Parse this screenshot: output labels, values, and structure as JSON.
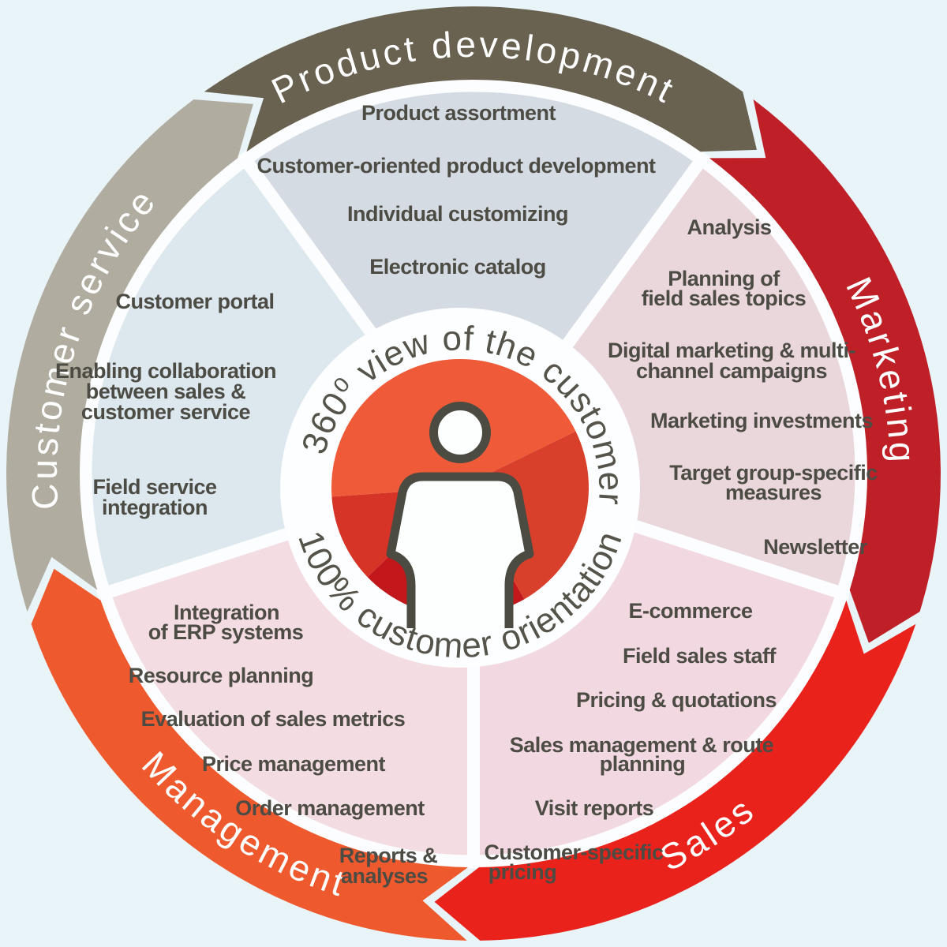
{
  "colors": {
    "background": "#e9f4f9",
    "gap": "#fbfdfe",
    "item_text": "#4c4b44",
    "center_text": "#55544a",
    "person_outline": "#4b4b42",
    "person_fill": "#fdfffe",
    "center_circle_fill": "#fdfeff"
  },
  "center": {
    "title": "360⁰ view of the customer",
    "subtitle": "100% customer orientation",
    "sector_colors": [
      "#ef5b38",
      "#d63427",
      "#c2181c",
      "#d8402b"
    ]
  },
  "sections": [
    {
      "label": "Product development",
      "band_color": "#6a6251",
      "wedge_color": "#d4dbe2",
      "items": [
        [
          "Product assortment"
        ],
        [
          "Customer-oriented product development"
        ],
        [
          "Individual customizing"
        ],
        [
          "Electronic catalog"
        ]
      ]
    },
    {
      "label": "Marketing",
      "band_color": "#bf2027",
      "wedge_color": "#ead7dc",
      "items": [
        [
          "Analysis"
        ],
        [
          "Planning of",
          "field sales topics"
        ],
        [
          "Digital marketing & multi-",
          "channel campaigns"
        ],
        [
          "Marketing investments"
        ],
        [
          "Target group-specific",
          "measures"
        ],
        [
          "Newsletter"
        ]
      ]
    },
    {
      "label": "Sales",
      "band_color": "#e9231b",
      "wedge_color": "#f2d9e1",
      "items": [
        [
          "E-commerce"
        ],
        [
          "Field sales staff"
        ],
        [
          "Pricing & quotations"
        ],
        [
          "Sales management & route",
          "planning"
        ],
        [
          "Visit reports"
        ],
        [
          "Customer-specific",
          "pricing"
        ]
      ]
    },
    {
      "label": "Management",
      "band_color": "#ee5a2d",
      "wedge_color": "#f3dce2",
      "items": [
        [
          "Integration",
          "of ERP systems"
        ],
        [
          "Resource planning"
        ],
        [
          "Evaluation of sales metrics"
        ],
        [
          "Price management"
        ],
        [
          "Order management"
        ],
        [
          "Reports &",
          "analyses"
        ]
      ]
    },
    {
      "label": "Customer service",
      "band_color": "#b1aca0",
      "wedge_color": "#dce7ee",
      "items": [
        [
          "Customer portal"
        ],
        [
          "Enabling collaboration",
          "between sales &",
          "customer service"
        ],
        [
          "Field service",
          "integration"
        ]
      ]
    }
  ]
}
